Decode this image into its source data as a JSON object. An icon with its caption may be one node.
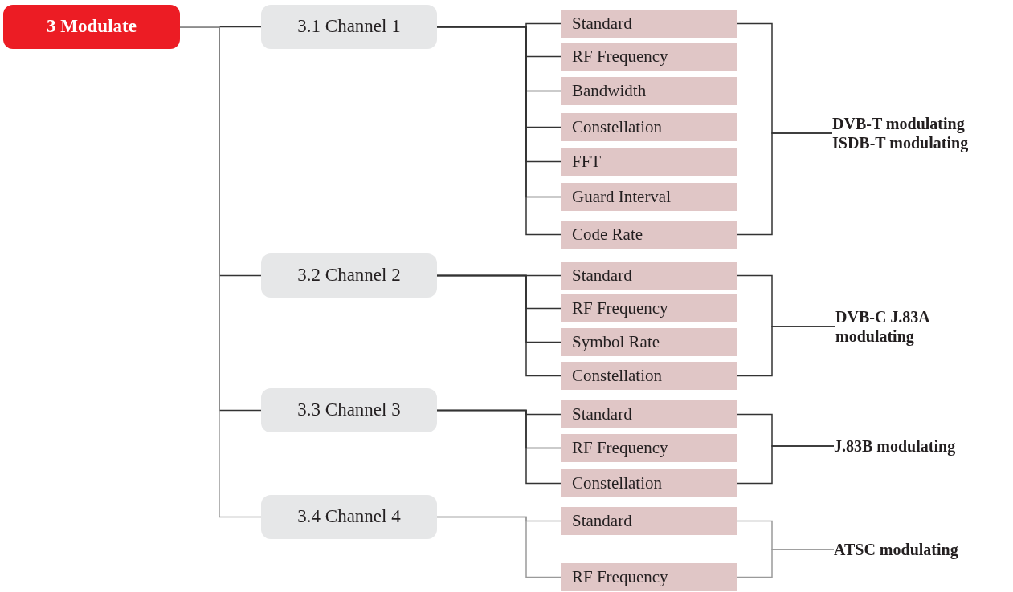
{
  "diagram": {
    "nodes": [
      {
        "text": [
          "3 Modulate"
        ]
      },
      {
        "text": [
          "3.1 Channel 1"
        ]
      },
      {
        "text": [
          "Standard"
        ]
      },
      {
        "text": [
          "RF Frequency"
        ]
      },
      {
        "text": [
          "Bandwidth"
        ]
      },
      {
        "text": [
          "Constellation"
        ]
      },
      {
        "text": [
          "FFT"
        ]
      },
      {
        "text": [
          "Guard Interval"
        ]
      },
      {
        "text": [
          "Code Rate"
        ]
      },
      {
        "text": [
          "DVB-T modulating",
          "ISDB-T modulating"
        ]
      },
      {
        "text": [
          "3.2 Channel 2"
        ]
      },
      {
        "text": [
          "Standard"
        ]
      },
      {
        "text": [
          "RF Frequency"
        ]
      },
      {
        "text": [
          "Symbol Rate"
        ]
      },
      {
        "text": [
          "Constellation"
        ]
      },
      {
        "text": [
          "DVB-C J.83A modulating"
        ]
      },
      {
        "text": [
          "3.3 Channel 3"
        ]
      },
      {
        "text": [
          "Standard"
        ]
      },
      {
        "text": [
          "RF Frequency"
        ]
      },
      {
        "text": [
          "Constellation"
        ]
      },
      {
        "text": [
          "J.83B modulating"
        ]
      },
      {
        "text": [
          "3.4 Channel 4"
        ]
      },
      {
        "text": [
          "Standard"
        ]
      },
      {
        "text": [
          "RF Frequency"
        ]
      },
      {
        "text": [
          "ATSC modulating"
        ]
      }
    ],
    "edges": [
      {
        "from": 0,
        "to": 1,
        "arrow": "none"
      },
      {
        "from": 0,
        "to": 10,
        "arrow": "none"
      },
      {
        "from": 0,
        "to": 16,
        "arrow": "none"
      },
      {
        "from": 0,
        "to": 21,
        "arrow": "none",
        "color": "#9a9a9a"
      },
      {
        "from": 1,
        "to": 2,
        "arrow": "none"
      },
      {
        "from": 1,
        "to": 3,
        "arrow": "none"
      },
      {
        "from": 1,
        "to": 4,
        "arrow": "none"
      },
      {
        "from": 1,
        "to": 5,
        "arrow": "none"
      },
      {
        "from": 1,
        "to": 6,
        "arrow": "none"
      },
      {
        "from": 1,
        "to": 7,
        "arrow": "none"
      },
      {
        "from": 1,
        "to": 8,
        "arrow": "none"
      },
      {
        "from": 2,
        "to": 9,
        "arrow": "none"
      },
      {
        "from": 8,
        "to": 9,
        "arrow": "none"
      },
      {
        "from": 10,
        "to": 11,
        "arrow": "none"
      },
      {
        "from": 10,
        "to": 12,
        "arrow": "none"
      },
      {
        "from": 10,
        "to": 13,
        "arrow": "none"
      },
      {
        "from": 10,
        "to": 14,
        "arrow": "none"
      },
      {
        "from": 11,
        "to": 15,
        "arrow": "none"
      },
      {
        "from": 14,
        "to": 15,
        "arrow": "none"
      },
      {
        "from": 16,
        "to": 17,
        "arrow": "none"
      },
      {
        "from": 16,
        "to": 18,
        "arrow": "none"
      },
      {
        "from": 16,
        "to": 19,
        "arrow": "none"
      },
      {
        "from": 17,
        "to": 20,
        "arrow": "none"
      },
      {
        "from": 19,
        "to": 20,
        "arrow": "none"
      },
      {
        "from": 21,
        "to": 22,
        "arrow": "none",
        "color": "#9a9a9a"
      },
      {
        "from": 21,
        "to": 23,
        "arrow": "none",
        "color": "#9a9a9a"
      },
      {
        "from": 22,
        "to": 24,
        "arrow": "none",
        "color": "#9a9a9a"
      },
      {
        "from": 23,
        "to": 24,
        "arrow": "none",
        "color": "#9a9a9a"
      }
    ]
  }
}
